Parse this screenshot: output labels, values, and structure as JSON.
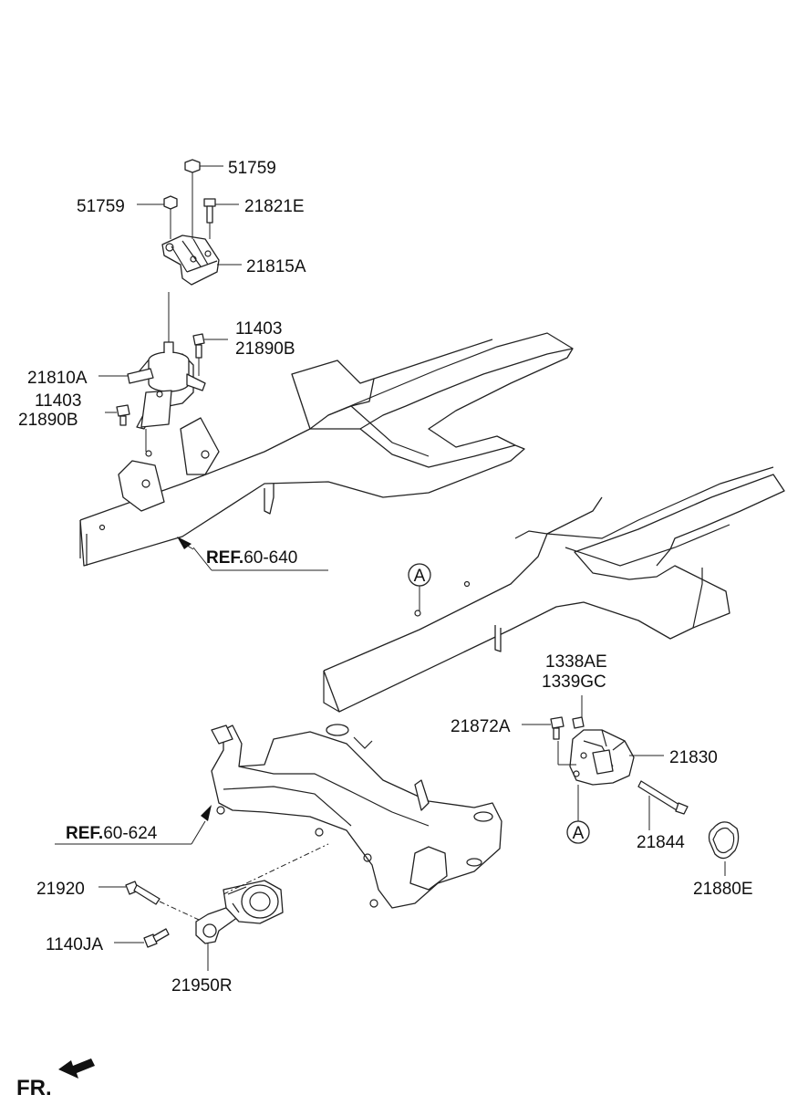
{
  "labels": {
    "p51759_top": "51759",
    "p51759_left": "51759",
    "p21821E": "21821E",
    "p21815A": "21815A",
    "p11403_r": "11403",
    "p21890B_r": "21890B",
    "p21810A": "21810A",
    "p11403_l": "11403",
    "p21890B_l": "21890B",
    "ref1_bold": "REF.",
    "ref1_num": "60-640",
    "callout_a1": "A",
    "p1338AE": "1338AE",
    "p1339GC": "1339GC",
    "p21872A": "21872A",
    "p21830": "21830",
    "p21844": "21844",
    "callout_a2": "A",
    "p21880E": "21880E",
    "ref2_bold": "REF.",
    "ref2_num": "60-624",
    "p21920": "21920",
    "p1140JA": "1140JA",
    "p21950R": "21950R",
    "fr": "FR."
  },
  "colors": {
    "line": "#222222",
    "background": "#ffffff"
  }
}
